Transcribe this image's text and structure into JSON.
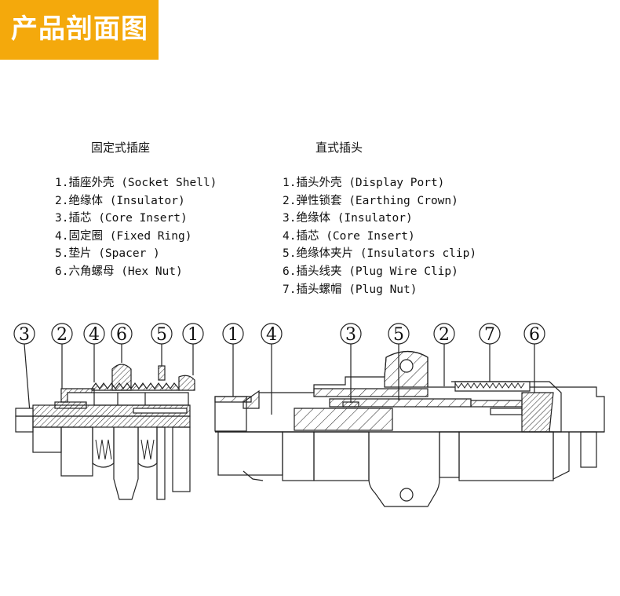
{
  "banner": {
    "title": "产品剖面图",
    "color": "#f4a90c"
  },
  "fixed_socket": {
    "title": "固定式插座",
    "parts": [
      "1.插座外壳 (Socket Shell)",
      "2.绝缘体 (Insulator)",
      "3.插芯 (Core Insert)",
      "4.固定圈 (Fixed Ring)",
      "5.垫片 (Spacer )",
      "6.六角螺母 (Hex Nut)"
    ],
    "callouts": [
      "③",
      "②",
      "④",
      "⑥",
      "⑤",
      "①"
    ]
  },
  "straight_plug": {
    "title": "直式插头",
    "parts": [
      "1.插头外壳 (Display Port)",
      "2.弹性锁套 (Earthing Crown)",
      "3.绝缘体 (Insulator)",
      "4.插芯 (Core Insert)",
      "5.绝缘体夹片 (Insulators clip)",
      "6.插头线夹 (Plug Wire Clip)",
      "7.插头螺帽 (Plug Nut)"
    ],
    "callouts": [
      "①",
      "④",
      "③",
      "⑤",
      "②",
      "⑦",
      "⑥"
    ]
  }
}
